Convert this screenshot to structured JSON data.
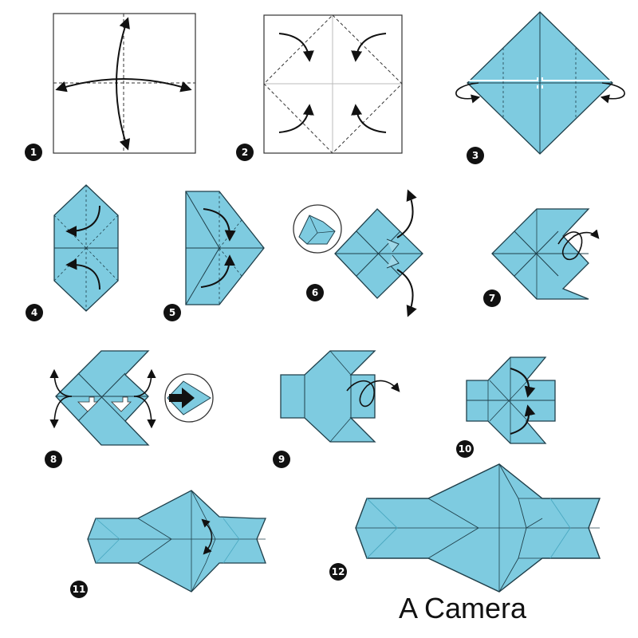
{
  "title": "A Camera",
  "colors": {
    "paper": "#7ecbe0",
    "paper_light": "#9fd8e8",
    "paper_edge": "#1f3f4a",
    "white_paper": "#ffffff",
    "arrow": "#111111",
    "badge": "#111111",
    "badge_text": "#ffffff"
  },
  "steps": [
    {
      "number": "1",
      "icons": [
        "valley-fold-arrow-icon",
        "valley-fold-arrow-icon"
      ]
    },
    {
      "number": "2",
      "icons": [
        "fold-corner-arrow-icon"
      ]
    },
    {
      "number": "3",
      "icons": [
        "turn-over-arrow-icon"
      ]
    },
    {
      "number": "4",
      "icons": [
        "fold-arrow-icon"
      ]
    },
    {
      "number": "5",
      "icons": [
        "fold-arrow-icon"
      ]
    },
    {
      "number": "6",
      "icons": [
        "detail-magnifier-icon",
        "fold-arrow-icon"
      ]
    },
    {
      "number": "7",
      "icons": [
        "turn-over-arrow-icon"
      ]
    },
    {
      "number": "8",
      "icons": [
        "open-pull-arrow-icon",
        "push-arrow-icon",
        "detail-magnifier-icon"
      ]
    },
    {
      "number": "9",
      "icons": [
        "turn-over-arrow-icon"
      ]
    },
    {
      "number": "10",
      "icons": [
        "fold-arrow-icon"
      ]
    },
    {
      "number": "11",
      "icons": [
        "fold-arrow-icon"
      ]
    },
    {
      "number": "12",
      "icons": []
    }
  ]
}
